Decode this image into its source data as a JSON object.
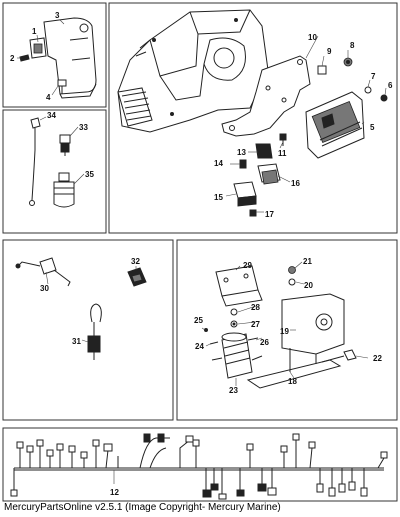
{
  "caption": "MercuryPartsOnline v2.5.1 (Image Copyright- Mercury Marine)",
  "panels": {
    "bracket": [
      "1",
      "2",
      "3",
      "4"
    ],
    "sensor": [
      "33",
      "34",
      "35"
    ],
    "gearcase": [
      "5",
      "6",
      "7",
      "8",
      "9",
      "10",
      "11",
      "13",
      "14",
      "15",
      "16",
      "17"
    ],
    "misc": [
      "30",
      "31",
      "32"
    ],
    "solenoid": [
      "18",
      "19",
      "20",
      "21",
      "22",
      "23",
      "24",
      "25",
      "26",
      "27",
      "28",
      "29"
    ],
    "harness": [
      "12"
    ]
  }
}
